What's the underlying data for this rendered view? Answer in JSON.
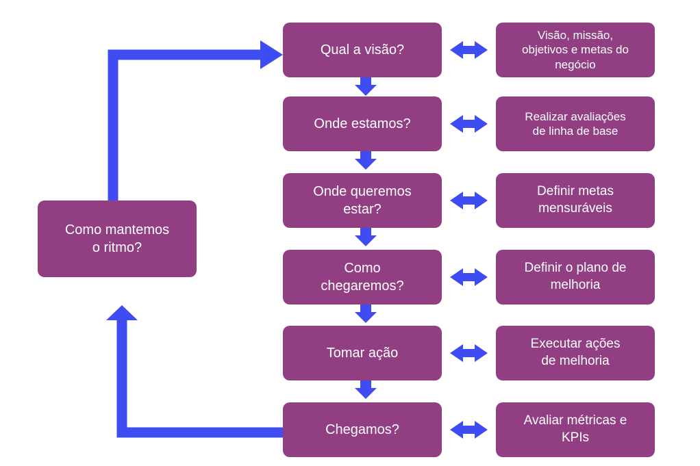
{
  "colors": {
    "box_fill": "#913f82",
    "box_text": "#ffffff",
    "arrow": "#3e4cf2"
  },
  "steps": [
    {
      "label": "Qual a visão?",
      "detail": "Visão, missão,\nobjetivos e metas do\nnegócio"
    },
    {
      "label": "Onde estamos?",
      "detail": "Realizar avaliações\nde linha de base"
    },
    {
      "label": "Onde queremos\nestar?",
      "detail": "Definir metas\nmensuráveis"
    },
    {
      "label": "Como\nchegaremos?",
      "detail": "Definir o plano de\nmelhoria"
    },
    {
      "label": "Tomar ação",
      "detail": "Executar ações\nde melhoria"
    },
    {
      "label": "Chegamos?",
      "detail": "Avaliar métricas e\nKPIs"
    }
  ],
  "loop": {
    "label": "Como mantemos\no ritmo?"
  }
}
